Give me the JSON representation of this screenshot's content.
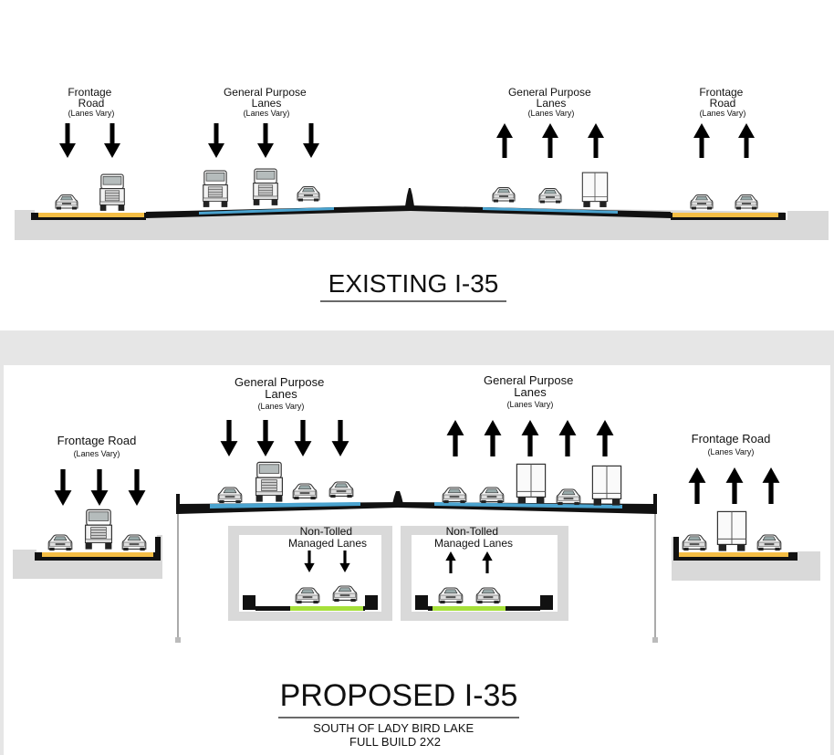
{
  "existing": {
    "labels": {
      "frontage_left": [
        "Frontage",
        "Road"
      ],
      "frontage_left_sub": "(Lanes Vary)",
      "gp_left": [
        "General Purpose",
        "Lanes"
      ],
      "gp_left_sub": "(Lanes Vary)",
      "gp_right": [
        "General Purpose",
        "Lanes"
      ],
      "gp_right_sub": "(Lanes Vary)",
      "frontage_right": [
        "Frontage",
        "Road"
      ],
      "frontage_right_sub": "(Lanes Vary)"
    },
    "title": "EXISTING I-35"
  },
  "proposed": {
    "labels": {
      "frontage_left": "Frontage Road",
      "frontage_left_sub": "(Lanes Vary)",
      "gp_left": [
        "General Purpose",
        "Lanes"
      ],
      "gp_left_sub": "(Lanes Vary)",
      "gp_right": [
        "General Purpose",
        "Lanes"
      ],
      "gp_right_sub": "(Lanes Vary)",
      "frontage_right": "Frontage Road",
      "frontage_right_sub": "(Lanes Vary)",
      "managed_left": [
        "Non-Tolled",
        "Managed Lanes"
      ],
      "managed_right": [
        "Non-Tolled",
        "Managed Lanes"
      ]
    },
    "title": "PROPOSED I-35",
    "caption": [
      "SOUTH OF LADY BIRD LAKE",
      "FULL BUILD 2X2"
    ]
  },
  "colors": {
    "frontage_lane": "#f5be45",
    "general_purpose_lane": "#4aa3cf",
    "managed_lane": "#a6e03a",
    "ground": "#d9d9d9",
    "pavement": "#111111",
    "section_background": "#e6e6e6"
  }
}
